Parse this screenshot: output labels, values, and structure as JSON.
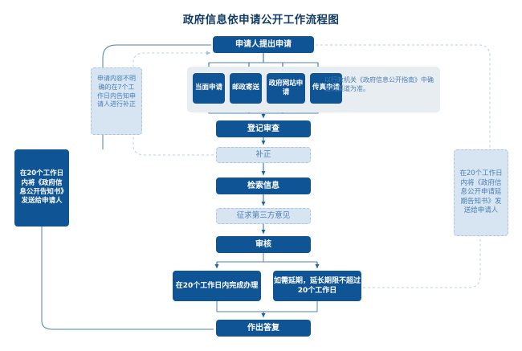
{
  "page": {
    "title": "政府信息依申请公开工作流程图"
  },
  "colors": {
    "dark_blue": "#0f5494",
    "light_blue_fill": "#d7e5f2",
    "light_blue_border": "#a9c6e0",
    "panel_gray": "#e8edf2",
    "note_text": "#4a7fb5",
    "title_text": "#123c63",
    "connector": "#4d82b8"
  },
  "flow": {
    "apply": "申请人提出申请",
    "channels": [
      {
        "id": "in-person",
        "label": "当面申请"
      },
      {
        "id": "postal",
        "label": "邮政寄送"
      },
      {
        "id": "website",
        "label": "政府网站申请"
      },
      {
        "id": "fax",
        "label": "传真申请"
      }
    ],
    "channel_note": "以行政机关《政府信息公开指南》中确定的渠道为准。",
    "register": "登记审查",
    "correction": "补正",
    "search_info": "检索信息",
    "third_party": "征求第三方意见",
    "review": "审核",
    "inside_20_days": "在20个工作日内完成办理",
    "extension": "如需延期，延长期限不超过20个工作日",
    "reply": "作出答复"
  },
  "notes": {
    "unclear_application": "申请内容不明确的在7个工作日内告知申请人进行补正",
    "left_side": "在20个工作日内将《政府信息公开告知书》发送给申请人",
    "right_side": "在20个工作日内将《政府信息公开申请延期告知书》发送给申请人"
  }
}
